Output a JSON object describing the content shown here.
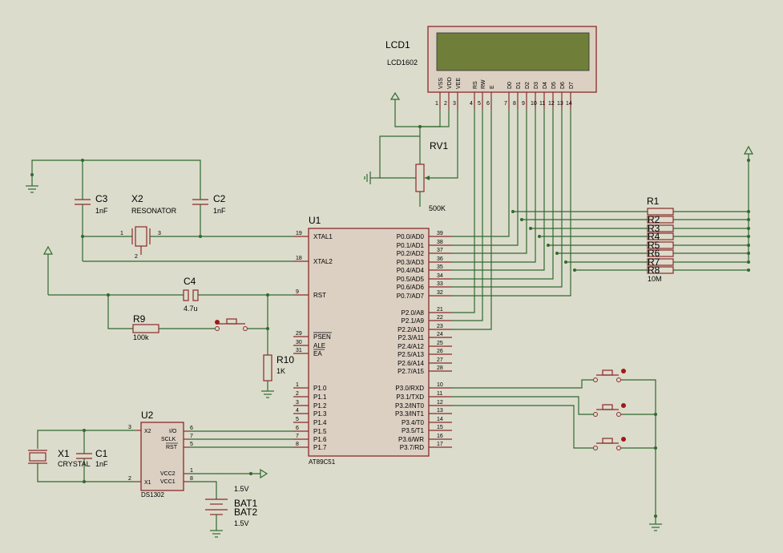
{
  "components": {
    "lcd1": {
      "ref": "LCD1",
      "model": "LCD1602",
      "screen_color": "#6f7f3a",
      "pin_labels": [
        "VSS",
        "VDD",
        "VEE",
        "RS",
        "RW",
        "E",
        "D0",
        "D1",
        "D2",
        "D3",
        "D4",
        "D5",
        "D6",
        "D7"
      ],
      "pin_numbers": [
        "1",
        "2",
        "3",
        "4",
        "5",
        "6",
        "7",
        "8",
        "9",
        "10",
        "11",
        "12",
        "13",
        "14"
      ]
    },
    "rv1": {
      "ref": "RV1",
      "value": "500K"
    },
    "r1": {
      "ref": "R1",
      "value": "10M",
      "taps": [
        "R2",
        "R3",
        "R4",
        "R5",
        "R6",
        "R7",
        "R8"
      ]
    },
    "c3": {
      "ref": "C3",
      "value": "1nF"
    },
    "c2": {
      "ref": "C2",
      "value": "1nF"
    },
    "x2": {
      "ref": "X2",
      "type": "RESONATOR",
      "pins": [
        "1",
        "2",
        "3"
      ]
    },
    "c4": {
      "ref": "C4",
      "value": "4.7u"
    },
    "r9": {
      "ref": "R9",
      "value": "100k"
    },
    "r10": {
      "ref": "R10",
      "value": "1K"
    },
    "u1": {
      "ref": "U1",
      "model": "AT89C51",
      "left_pins": [
        {
          "num": "19",
          "name": "XTAL1"
        },
        {
          "num": "18",
          "name": "XTAL2"
        },
        {
          "num": "9",
          "name": "RST"
        },
        {
          "num": "29",
          "name": "PSEN"
        },
        {
          "num": "30",
          "name": "ALE"
        },
        {
          "num": "31",
          "name": "EA"
        },
        {
          "num": "1",
          "name": "P1.0"
        },
        {
          "num": "2",
          "name": "P1.1"
        },
        {
          "num": "3",
          "name": "P1.2"
        },
        {
          "num": "4",
          "name": "P1.3"
        },
        {
          "num": "5",
          "name": "P1.4"
        },
        {
          "num": "6",
          "name": "P1.5"
        },
        {
          "num": "7",
          "name": "P1.6"
        },
        {
          "num": "8",
          "name": "P1.7"
        }
      ],
      "right_pins": [
        {
          "num": "39",
          "name": "P0.0/AD0"
        },
        {
          "num": "38",
          "name": "P0.1/AD1"
        },
        {
          "num": "37",
          "name": "P0.2/AD2"
        },
        {
          "num": "36",
          "name": "P0.3/AD3"
        },
        {
          "num": "35",
          "name": "P0.4/AD4"
        },
        {
          "num": "34",
          "name": "P0.5/AD5"
        },
        {
          "num": "33",
          "name": "P0.6/AD6"
        },
        {
          "num": "32",
          "name": "P0.7/AD7"
        },
        {
          "num": "21",
          "name": "P2.0/A8"
        },
        {
          "num": "22",
          "name": "P2.1/A9"
        },
        {
          "num": "23",
          "name": "P2.2/A10"
        },
        {
          "num": "24",
          "name": "P2.3/A11"
        },
        {
          "num": "25",
          "name": "P2.4/A12"
        },
        {
          "num": "26",
          "name": "P2.5/A13"
        },
        {
          "num": "27",
          "name": "P2.6/A14"
        },
        {
          "num": "28",
          "name": "P2.7/A15"
        },
        {
          "num": "10",
          "name": "P3.0/RXD"
        },
        {
          "num": "11",
          "name": "P3.1/TXD"
        },
        {
          "num": "12",
          "name": "P3.2/INT0"
        },
        {
          "num": "13",
          "name": "P3.3/INT1"
        },
        {
          "num": "14",
          "name": "P3.4/T0"
        },
        {
          "num": "15",
          "name": "P3.5/T1"
        },
        {
          "num": "16",
          "name": "P3.6/WR"
        },
        {
          "num": "17",
          "name": "P3.7/RD"
        }
      ]
    },
    "u2": {
      "ref": "U2",
      "model": "DS1302",
      "left_pins": [
        {
          "num": "3",
          "name": "X2"
        },
        {
          "num": "2",
          "name": "X1"
        }
      ],
      "right_pins": [
        {
          "num": "6",
          "name": "I/O"
        },
        {
          "num": "7",
          "name": "SCLK"
        },
        {
          "num": "5",
          "name": "RST"
        },
        {
          "num": "1",
          "name": "VCC2"
        },
        {
          "num": "8",
          "name": "VCC1"
        }
      ]
    },
    "x1": {
      "ref": "X1",
      "type": "CRYSTAL"
    },
    "c1": {
      "ref": "C1",
      "value": "1nF"
    },
    "bat1": {
      "ref": "BAT1",
      "value": "1.5V"
    },
    "bat2": {
      "ref": "BAT2",
      "value": "1.5V"
    }
  },
  "colors": {
    "wire": "#2f6a2f",
    "component": "#8b2a2a",
    "chip_fill": "#dcd0c3",
    "background": "#dcdccc",
    "button_dot": "#a01818"
  }
}
